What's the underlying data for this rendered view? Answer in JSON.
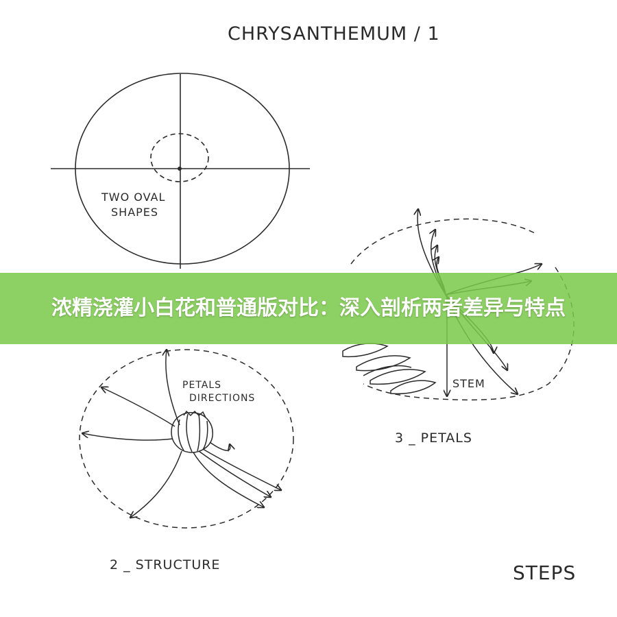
{
  "title": "CHRYSANTHEMUM  /  1",
  "steps_label": "STEPS",
  "panels": {
    "oval": {
      "label_line1": "TWO OVAL",
      "label_line2": "SHAPES"
    },
    "structure": {
      "note_line1": "PETALS",
      "note_line2": "DIRECTIONS",
      "caption": "2 _ STRUCTURE"
    },
    "petals": {
      "stem_label": "STEM",
      "caption": "3 _ PETALS"
    }
  },
  "banner": {
    "title": "浓精浇灌小白花和普通版对比：深入剖析两者差异与特点",
    "color": "#7ac84a"
  },
  "colors": {
    "ink": "#2a2a2a",
    "paper": "#ffffff"
  }
}
